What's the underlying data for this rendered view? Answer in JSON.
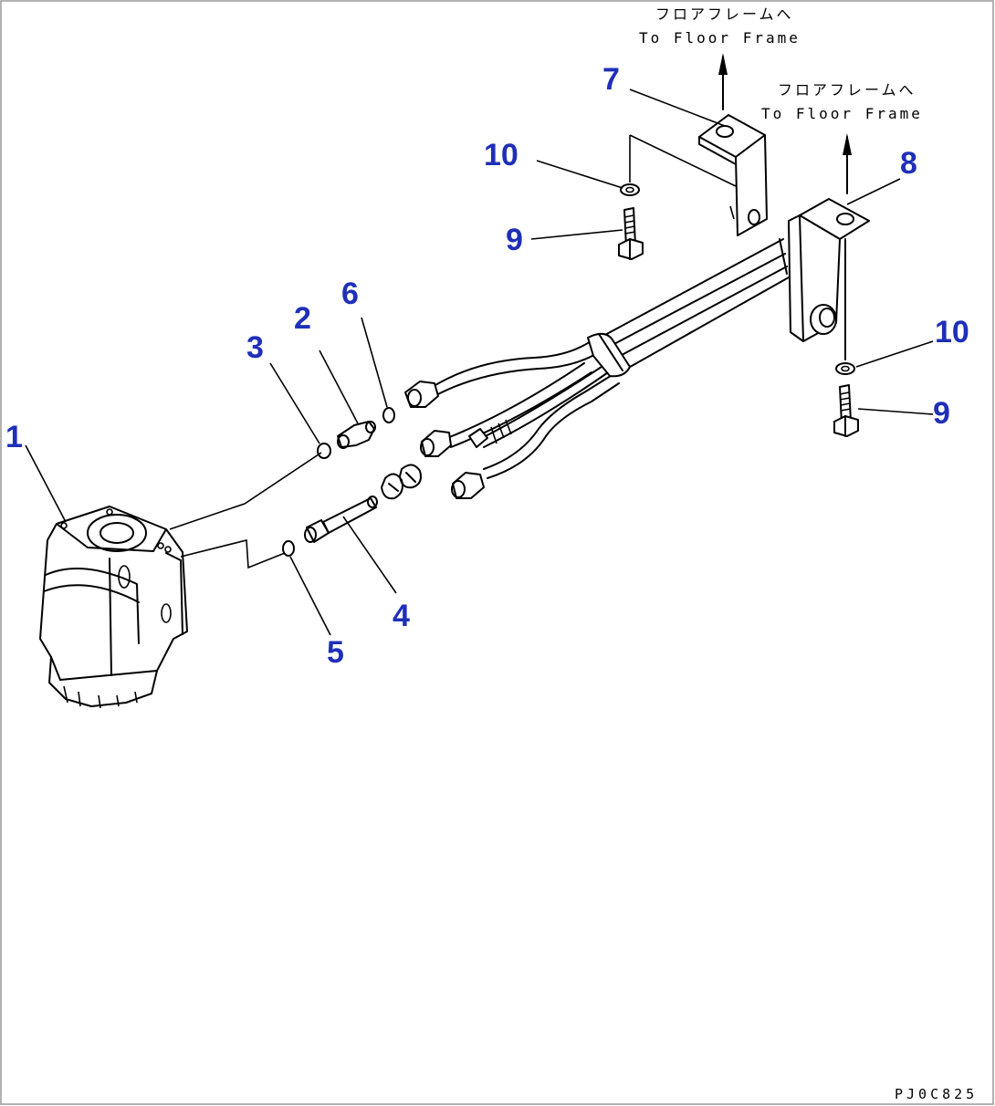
{
  "callouts": {
    "c1": "1",
    "c2": "2",
    "c3": "3",
    "c4": "4",
    "c5": "5",
    "c6": "6",
    "c7": "7",
    "c8": "8",
    "c9a": "9",
    "c9b": "9",
    "c10a": "10",
    "c10b": "10"
  },
  "notes": {
    "top_jp": "フロアフレームへ",
    "top_en": "To Floor Frame",
    "right_jp": "フロアフレームへ",
    "right_en": "To Floor Frame"
  },
  "drawing_code": "PJ0C825"
}
